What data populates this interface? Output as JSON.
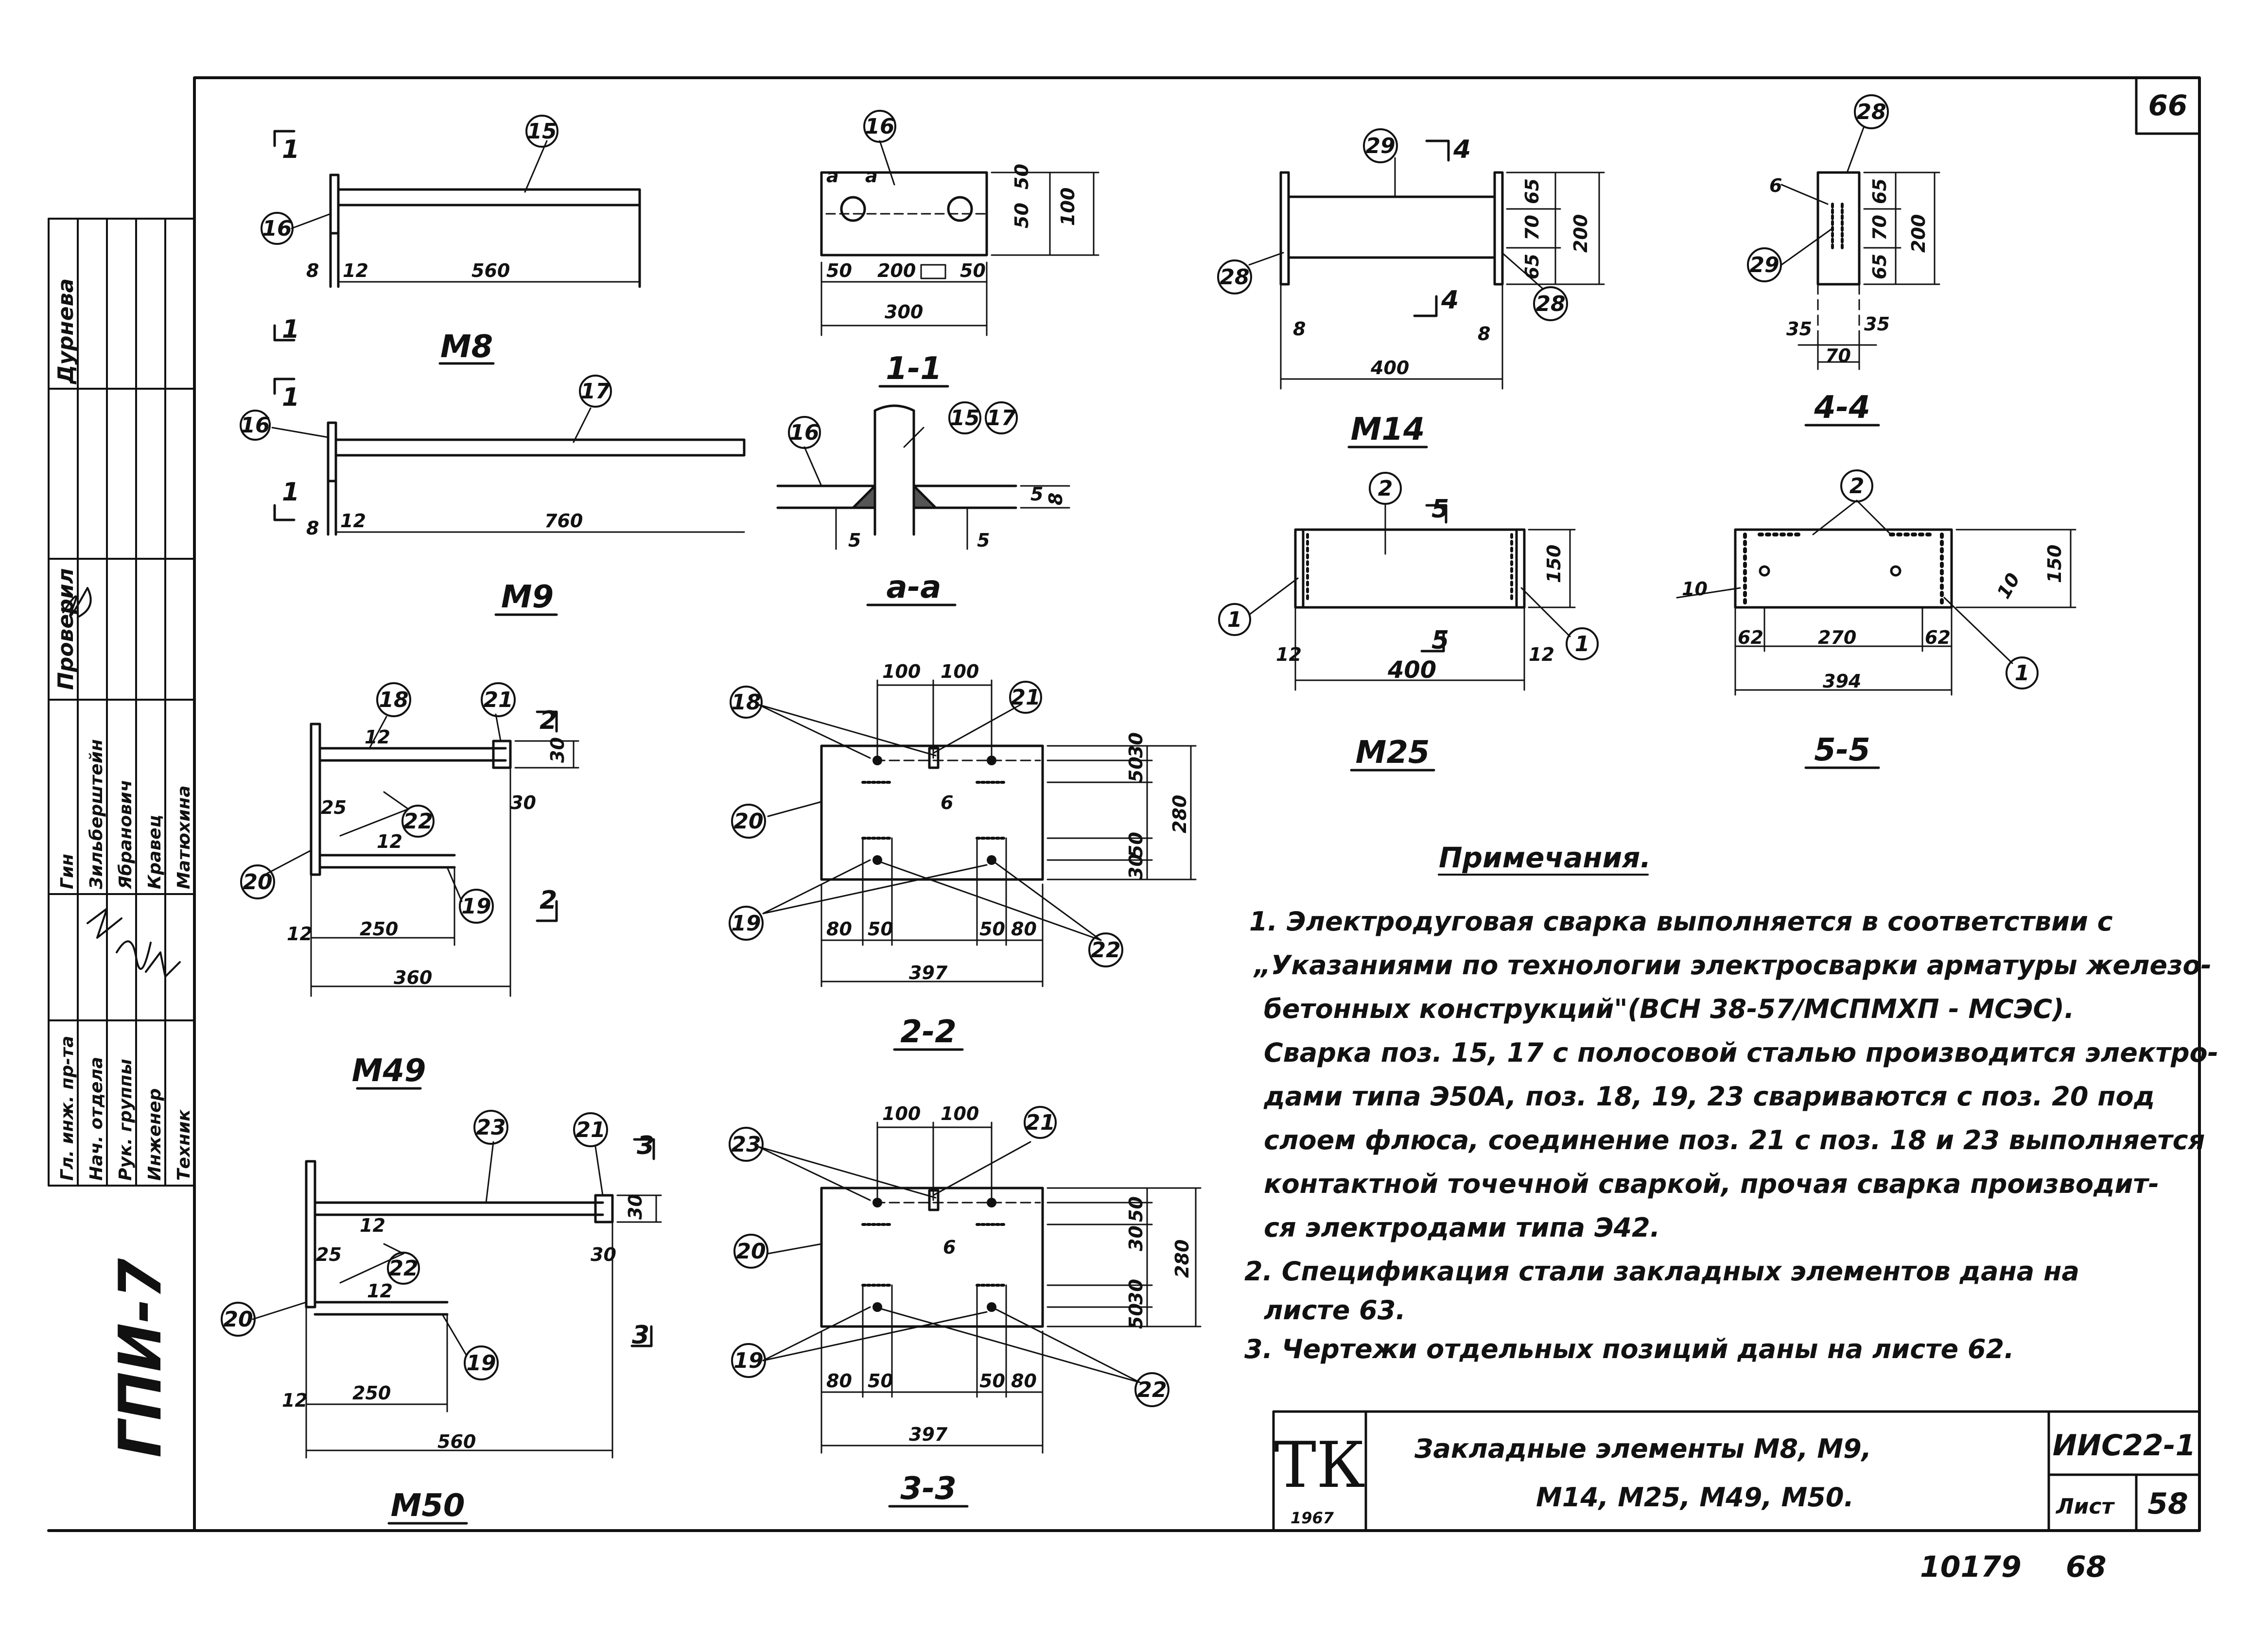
{
  "sheet": {
    "corner_number": "66",
    "bottom_number": "10179",
    "bottom_page": "68",
    "side_org": "ГПИ-7"
  },
  "stamp_table": {
    "rows": [
      {
        "role": "Гл. инж. пр-та",
        "name": "Гин"
      },
      {
        "role": "Нач. отдела",
        "name": "Зильберштейн"
      },
      {
        "role": "Рук. группы",
        "name": "Ябранович"
      },
      {
        "role": "Инженер",
        "name": "Кравец"
      },
      {
        "role": "Техник",
        "name": "Матюхина"
      }
    ],
    "checked_label": "Проверил",
    "checked_name": "Дурнева"
  },
  "title_block": {
    "logo": "ТК",
    "year": "1967",
    "title_line1": "Закладные элементы М8, М9,",
    "title_line2": "М14, М25, М49, М50.",
    "series": "ИИС22-1",
    "sheet_label": "Лист",
    "sheet_number": "58"
  },
  "views": {
    "m8": {
      "label": "М8",
      "pos_bar": "15",
      "pos_plate": "16",
      "dims": [
        "8",
        "12",
        "560"
      ],
      "cut": "1"
    },
    "m9": {
      "label": "М9",
      "pos_bar": "17",
      "pos_plate": "16",
      "dims": [
        "8",
        "12",
        "760"
      ],
      "cut": "1"
    },
    "s11": {
      "label": "1-1",
      "pos": "16",
      "dims": [
        "50",
        "200",
        "50",
        "300",
        "50",
        "50",
        "100"
      ],
      "mark": "a"
    },
    "aa": {
      "label": "а-а",
      "pos_plate": "16",
      "pos_bar1": "15",
      "pos_bar2": "17",
      "dims": [
        "5",
        "5",
        "5",
        "8"
      ]
    },
    "m14": {
      "label": "М14",
      "pos_bar": "29",
      "pos_plate": "28",
      "dims": [
        "8",
        "400",
        "8",
        "65",
        "70",
        "65",
        "200"
      ],
      "cut": "4"
    },
    "s44": {
      "label": "4-4",
      "pos_plate": "28",
      "pos_bar": "29",
      "dims": [
        "6",
        "35",
        "35",
        "70",
        "65",
        "70",
        "65",
        "200"
      ]
    },
    "m25": {
      "label": "М25",
      "pos_top": "2",
      "pos_side": "1",
      "dims": [
        "12",
        "400",
        "12",
        "150"
      ],
      "cut": "5"
    },
    "s55": {
      "label": "5-5",
      "pos_top": "2",
      "pos_side": "1",
      "dims": [
        "10",
        "62",
        "270",
        "62",
        "394",
        "10",
        "150"
      ]
    },
    "m49": {
      "label": "М49",
      "pos": [
        "18",
        "21",
        "22",
        "20",
        "19"
      ],
      "dims": [
        "12",
        "25",
        "12",
        "30",
        "30",
        "12",
        "250",
        "360"
      ],
      "cut": "2"
    },
    "s22": {
      "label": "2-2",
      "pos": [
        "18",
        "21",
        "20",
        "19",
        "22"
      ],
      "dims": [
        "100",
        "100",
        "6",
        "80",
        "50",
        "50",
        "80",
        "397",
        "30",
        "50",
        "50",
        "30",
        "280"
      ]
    },
    "m50": {
      "label": "М50",
      "pos": [
        "23",
        "21",
        "22",
        "20",
        "19"
      ],
      "dims": [
        "12",
        "25",
        "12",
        "30",
        "30",
        "12",
        "250",
        "560"
      ],
      "cut": "3"
    },
    "s33": {
      "label": "3-3",
      "pos": [
        "23",
        "21",
        "20",
        "19",
        "22"
      ],
      "dims": [
        "100",
        "100",
        "6",
        "80",
        "50",
        "50",
        "80",
        "397",
        "50",
        "30",
        "30",
        "50",
        "280"
      ]
    }
  },
  "notes": {
    "title": "Примечания.",
    "lines": [
      "1. Электродуговая сварка выполняется в соответствии с",
      "„Указаниями по технологии электросварки арматуры железо-",
      "бетонных конструкций\"(ВСН 38-57/МСПМХП - МСЭС).",
      "Сварка поз. 15, 17 с полосовой сталью производится электро-",
      "дами типа Э50А, поз. 18, 19, 23 свариваются с поз. 20 под",
      "слоем флюса, соединение поз. 21 с поз. 18 и 23 выполняется",
      "контактной точечной сваркой, прочая сварка производит-",
      "ся электродами типа Э42.",
      "2. Спецификация стали закладных элементов дана на",
      "листе 63.",
      "3. Чертежи отдельных позиций даны на листе 62."
    ]
  }
}
